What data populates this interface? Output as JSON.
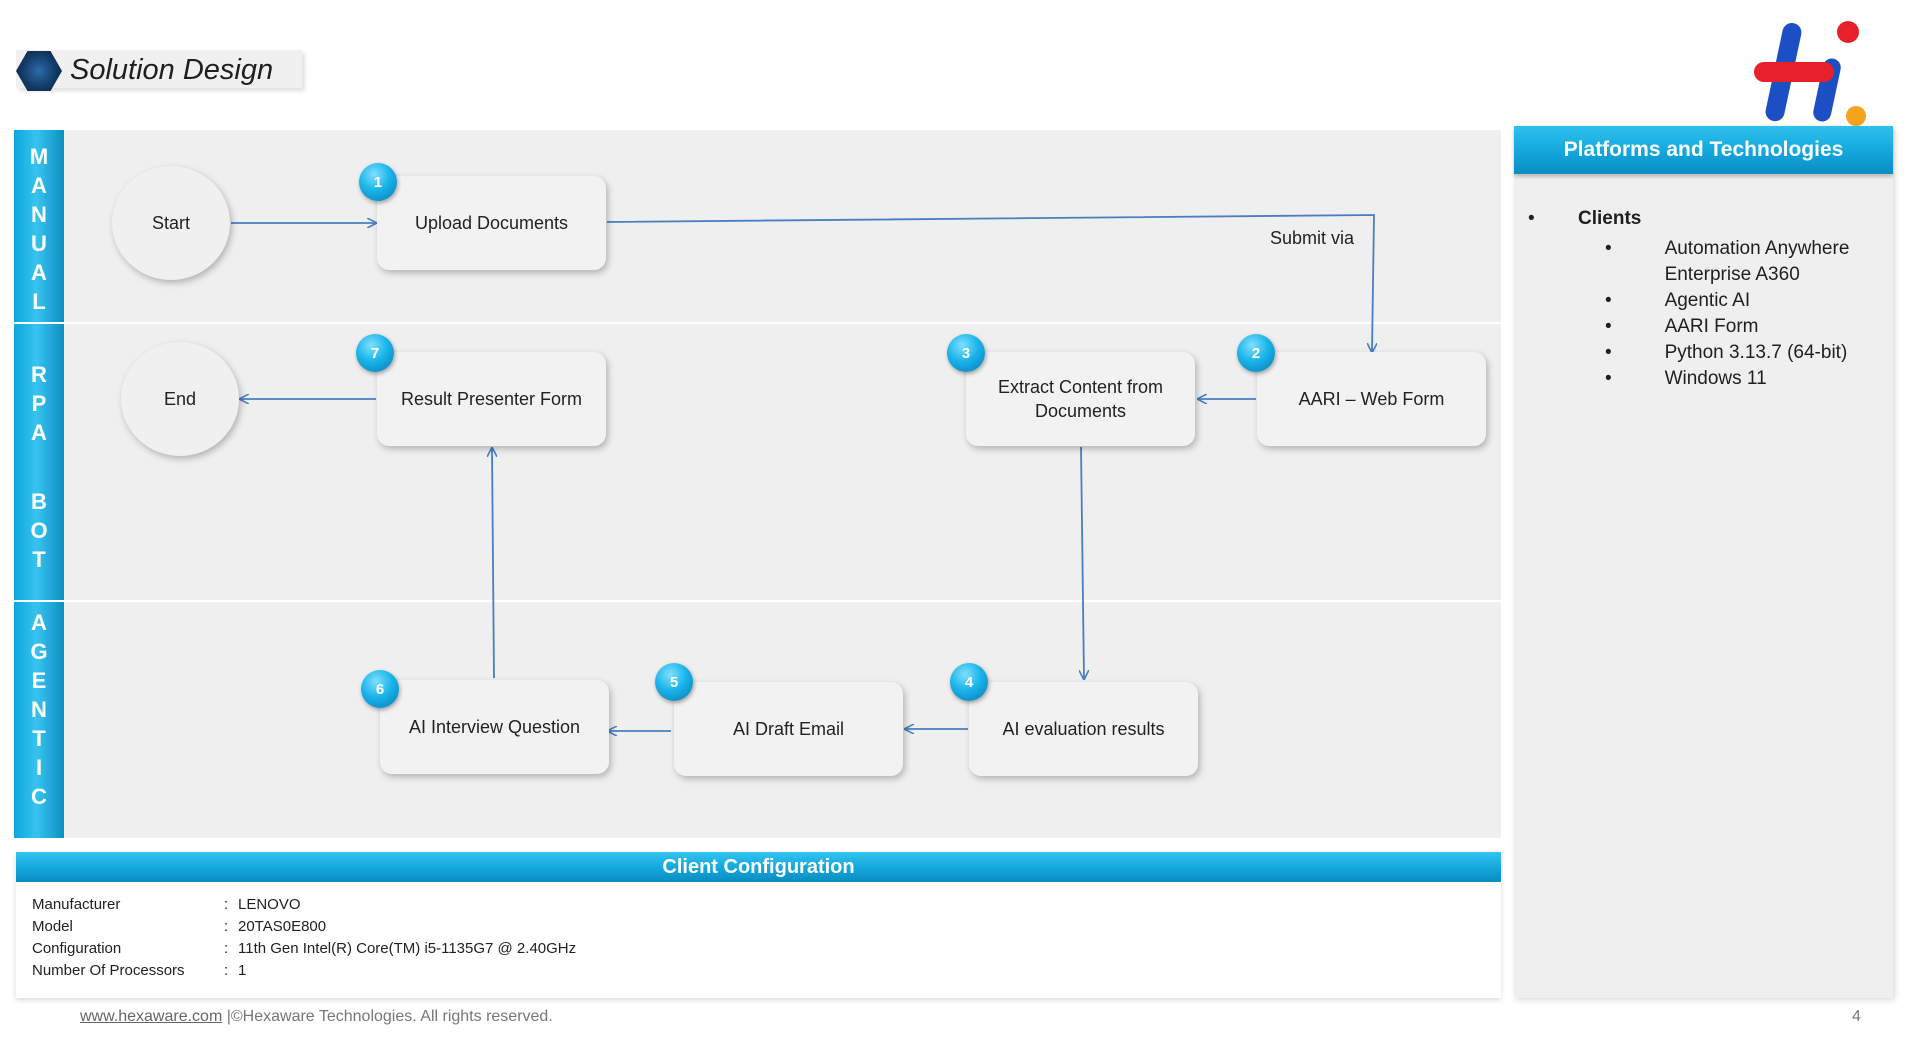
{
  "title": "Solution Design",
  "lanes": {
    "manual": [
      "M",
      "A",
      "N",
      "U",
      "A",
      "L"
    ],
    "rpa_top": [
      "R",
      "P",
      "A"
    ],
    "rpa_bottom": [
      "B",
      "O",
      "T"
    ],
    "agentic": [
      "A",
      "G",
      "E",
      "N",
      "T",
      "I",
      "C"
    ]
  },
  "nodes": {
    "start": "Start",
    "end": "End",
    "upload": "Upload Documents",
    "aari": "AARI – Web Form",
    "extract": "Extract Content from Documents",
    "result": "Result Presenter Form",
    "ai_eval": "AI evaluation results",
    "ai_draft": "AI Draft Email",
    "ai_interview": "AI Interview Question"
  },
  "badges": {
    "upload": "1",
    "aari": "2",
    "extract": "3",
    "ai_eval": "4",
    "ai_draft": "5",
    "ai_interview": "6",
    "result": "7"
  },
  "edge_label": "Submit via",
  "platforms": {
    "header": "Platforms and Technologies",
    "bullet": "•",
    "clients_label": "Clients",
    "items": [
      "Automation Anywhere Enterprise A360",
      "Agentic AI",
      "AARI Form",
      "Python 3.13.7 (64-bit)",
      "Windows 11"
    ]
  },
  "config": {
    "header": "Client Configuration",
    "sep": ":",
    "rows": [
      {
        "key": "Manufacturer",
        "value": "LENOVO"
      },
      {
        "key": "Model",
        "value": "20TAS0E800"
      },
      {
        "key": "Configuration",
        "value": "11th Gen Intel(R) Core(TM) i5-1135G7 @ 2.40GHz"
      },
      {
        "key": "Number Of Processors",
        "value": "1"
      }
    ]
  },
  "footer": {
    "link": "www.hexaware.com",
    "text": " |©Hexaware Technologies. All rights reserved.",
    "page": "4"
  },
  "colors": {
    "accent": "#12a6dc",
    "arrow": "#4a7ec2",
    "logo_red": "#e8202a",
    "logo_blue": "#1d4fc4",
    "logo_yellow": "#f2a41c"
  }
}
